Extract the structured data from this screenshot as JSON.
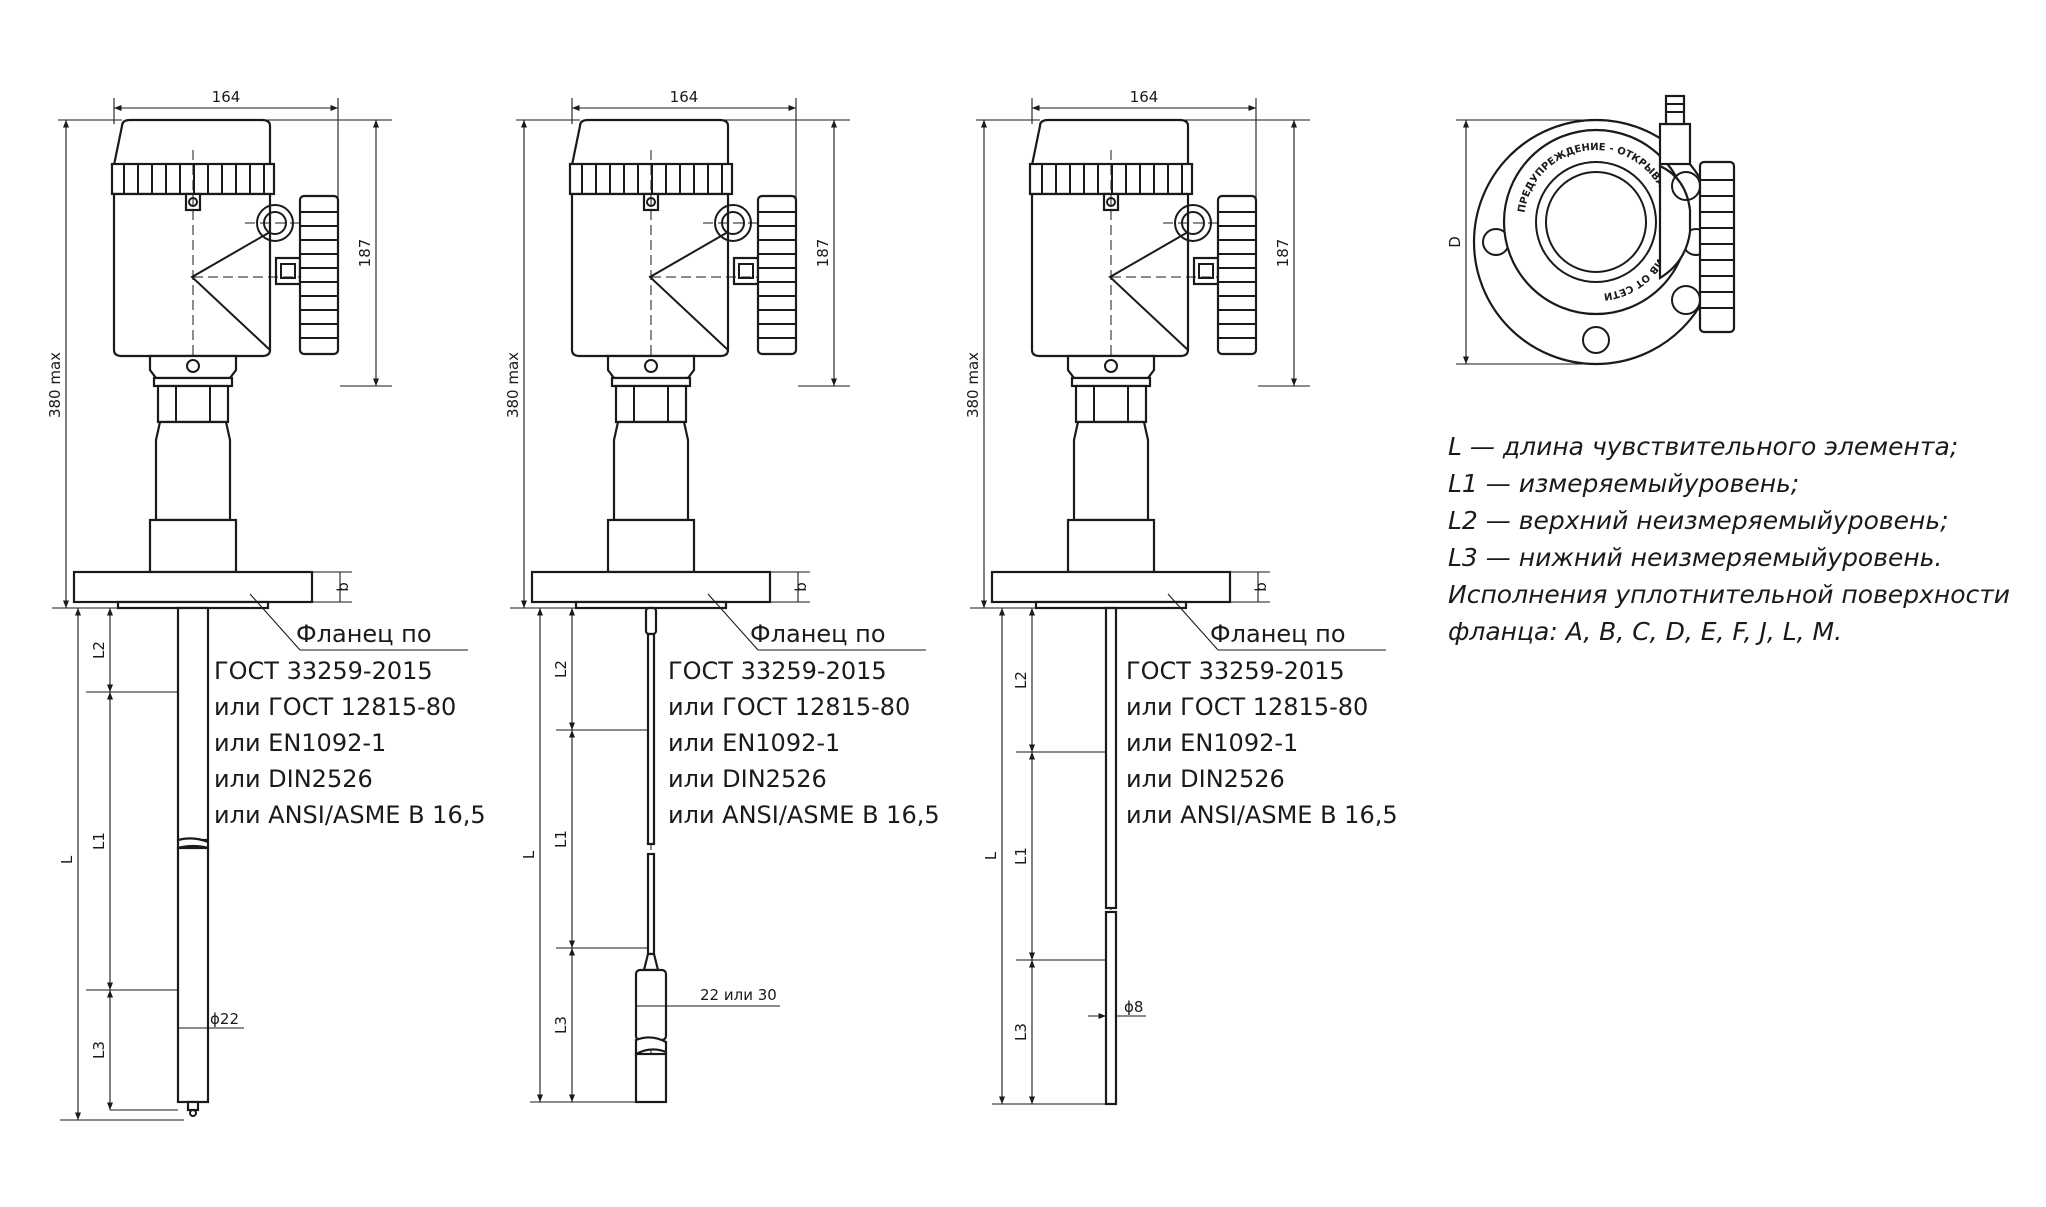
{
  "dimensions": {
    "width_label": "164",
    "height_label": "187",
    "total_height_label": "380 max",
    "flange_thickness_label": "b",
    "diameter_label": "D",
    "length_labels": {
      "l": "L",
      "l1": "L1",
      "l2": "L2",
      "l3": "L3"
    },
    "rod_diameter_1": "ϕ22",
    "weight_size_2": "22 или 30",
    "rod_diameter_3": "ϕ8"
  },
  "flange_note": {
    "title": "Фланец по",
    "lines": [
      "ГОСТ 33259-2015",
      "или ГОСТ 12815-80",
      "или EN1092-1",
      "или DIN2526",
      "или ANSI/ASME B 16,5"
    ]
  },
  "top_view": {
    "ring_text": "ПРЕДУПРЕЖДЕНИЕ - ОТКРЫВАТЬ, ОТКЛЮЧИВ ОТ СЕТИ"
  },
  "legend": {
    "lines": [
      "L — длина чувствительного элемента;",
      "L1 — измеряемыйуровень;",
      "L2 — верхний неизмеряемыйуровень;",
      "L3 — нижний неизмеряемыйуровень.",
      "Исполнения уплотнительной поверхности",
      "фланца: A, B, C, D, E, F, J, L, M."
    ]
  },
  "colors": {
    "line": "#1a1a1a",
    "background": "#ffffff"
  }
}
